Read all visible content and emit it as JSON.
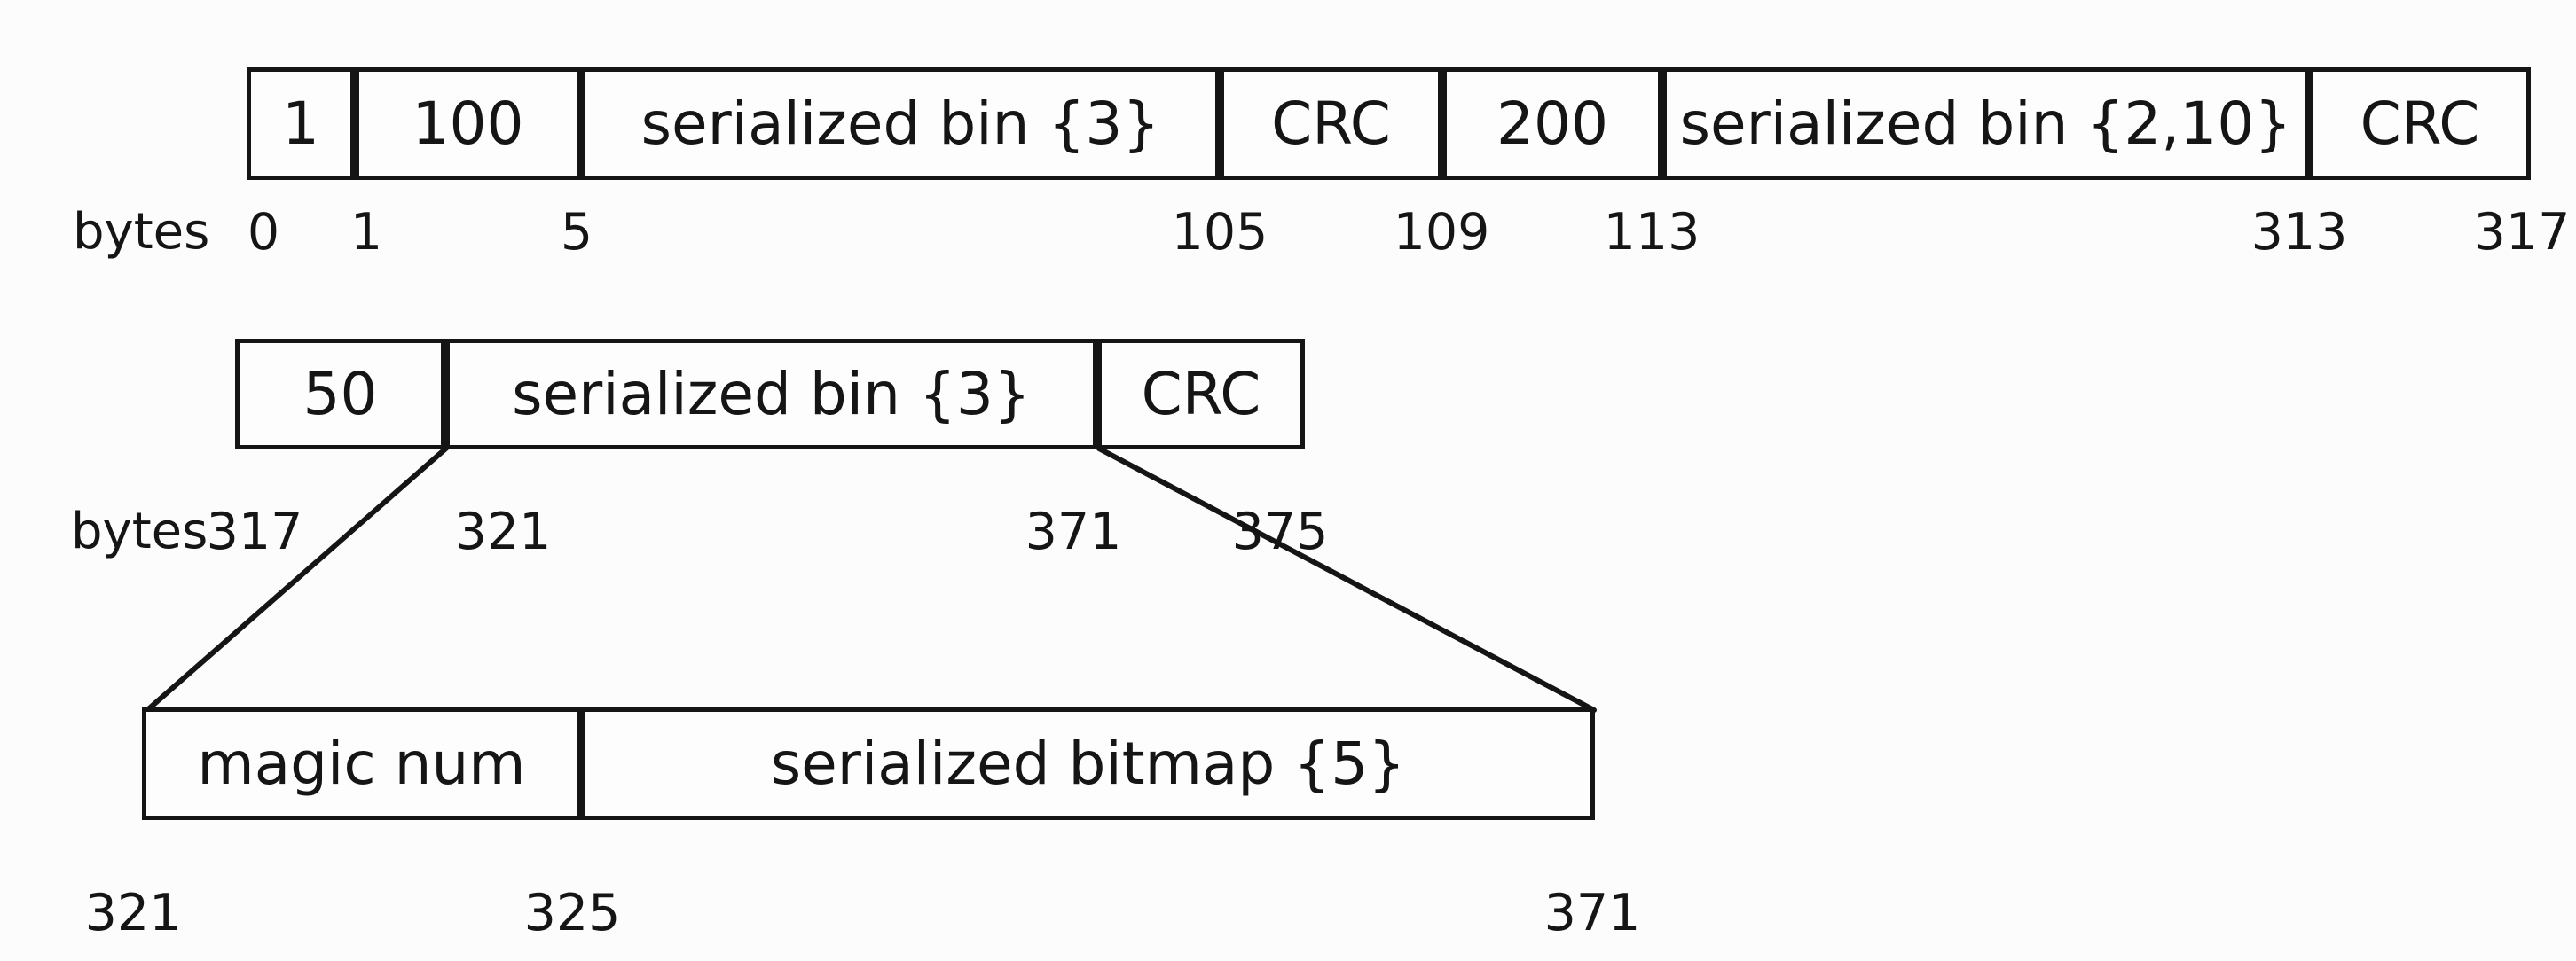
{
  "canvas": {
    "background": "#fcfcfc",
    "ink_color": "#151515"
  },
  "rows": [
    {
      "name": "segment-layout-row",
      "unit": "bytes",
      "cells": [
        {
          "label": "1"
        },
        {
          "label": "100"
        },
        {
          "label": "serialized bin {3}"
        },
        {
          "label": "CRC"
        },
        {
          "label": "200"
        },
        {
          "label": "serialized bin {2,10}"
        },
        {
          "label": "CRC"
        }
      ],
      "offsets": [
        "0",
        "1",
        "5",
        "105",
        "109",
        "113",
        "313",
        "317"
      ]
    },
    {
      "name": "record-layout-row",
      "unit": "bytes",
      "cells": [
        {
          "label": "50"
        },
        {
          "label": "serialized bin {3}"
        },
        {
          "label": "CRC"
        }
      ],
      "offsets": [
        "317",
        "321",
        "371",
        "375"
      ]
    },
    {
      "name": "expanded-bin-layout-row",
      "cells": [
        {
          "label": "magic num"
        },
        {
          "label": "serialized bitmap {5}"
        }
      ],
      "offsets": [
        "321",
        "325",
        "371"
      ]
    }
  ]
}
